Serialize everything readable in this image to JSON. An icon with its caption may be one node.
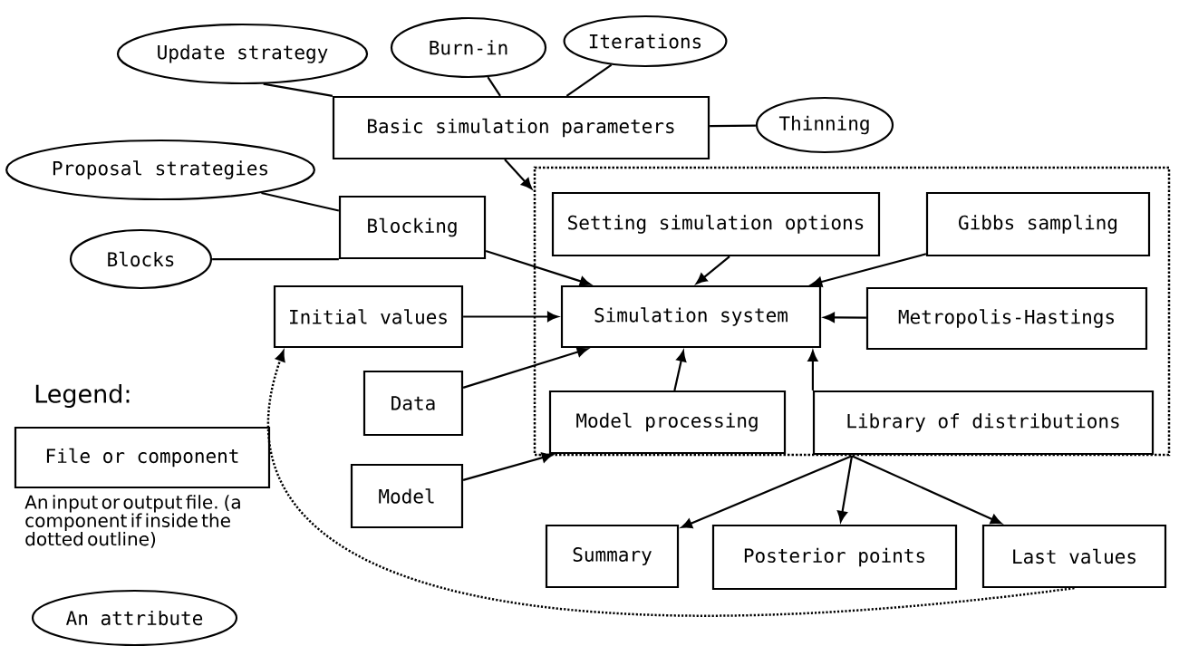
{
  "diagram": {
    "nodes": [
      {
        "text": [
          "Update strategy"
        ]
      },
      {
        "text": [
          "Burn-in"
        ]
      },
      {
        "text": [
          "Iterations"
        ]
      },
      {
        "text": [
          "Basic simulation parameters"
        ]
      },
      {
        "text": [
          "Thinning"
        ]
      },
      {
        "text": [
          "Proposal strategies"
        ]
      },
      {
        "text": [
          "Blocking"
        ]
      },
      {
        "text": [
          "Blocks"
        ]
      },
      {
        "text": [],
        "shape": "box"
      },
      {
        "text": [
          "Setting simulation options"
        ],
        "in": 8
      },
      {
        "text": [
          "Gibbs sampling"
        ],
        "in": 8
      },
      {
        "text": [
          "Initial values"
        ]
      },
      {
        "text": [
          "Simulation system"
        ],
        "in": 8
      },
      {
        "text": [
          "Metropolis-Hastings"
        ],
        "in": 8
      },
      {
        "text": [
          "Data"
        ]
      },
      {
        "text": [
          "Model processing"
        ],
        "in": 8
      },
      {
        "text": [
          "Library of distributions"
        ],
        "in": 8
      },
      {
        "text": [
          "Model"
        ]
      },
      {
        "text": [
          "Summary"
        ]
      },
      {
        "text": [
          "Posterior points"
        ]
      },
      {
        "text": [
          "Last values"
        ]
      },
      {
        "text": [
          "File or component"
        ],
        "beside": [
          "An input or output file. (a component if inside the dotted outline)"
        ]
      },
      {
        "text": [
          "An attribute"
        ]
      }
    ],
    "edges": [
      {
        "from": 0,
        "to": 3,
        "arrow": "none"
      },
      {
        "from": 1,
        "to": 3,
        "arrow": "none"
      },
      {
        "from": 2,
        "to": 3,
        "arrow": "none"
      },
      {
        "from": 4,
        "to": 3,
        "arrow": "none"
      },
      {
        "from": 5,
        "to": 6,
        "arrow": "none"
      },
      {
        "from": 7,
        "to": 6,
        "arrow": "none"
      },
      {
        "from": 3,
        "to": 8,
        "arrow": "to"
      },
      {
        "from": 6,
        "to": 12,
        "arrow": "to"
      },
      {
        "from": 11,
        "to": 12,
        "arrow": "to"
      },
      {
        "from": 14,
        "to": 12,
        "arrow": "to"
      },
      {
        "from": 17,
        "to": 15,
        "arrow": "to"
      },
      {
        "from": 9,
        "to": 12,
        "arrow": "to"
      },
      {
        "from": 10,
        "to": 12,
        "arrow": "to"
      },
      {
        "from": 13,
        "to": 12,
        "arrow": "to"
      },
      {
        "from": 15,
        "to": 12,
        "arrow": "to"
      },
      {
        "from": 16,
        "to": 12,
        "arrow": "to"
      },
      {
        "from": 8,
        "to": 18,
        "arrow": "to"
      },
      {
        "from": 8,
        "to": 19,
        "arrow": "to"
      },
      {
        "from": 8,
        "to": 20,
        "arrow": "to"
      },
      {
        "from": 20,
        "to": 11,
        "arrow": "to",
        "style": "dashed"
      }
    ],
    "labels": [
      "Legend:"
    ]
  }
}
